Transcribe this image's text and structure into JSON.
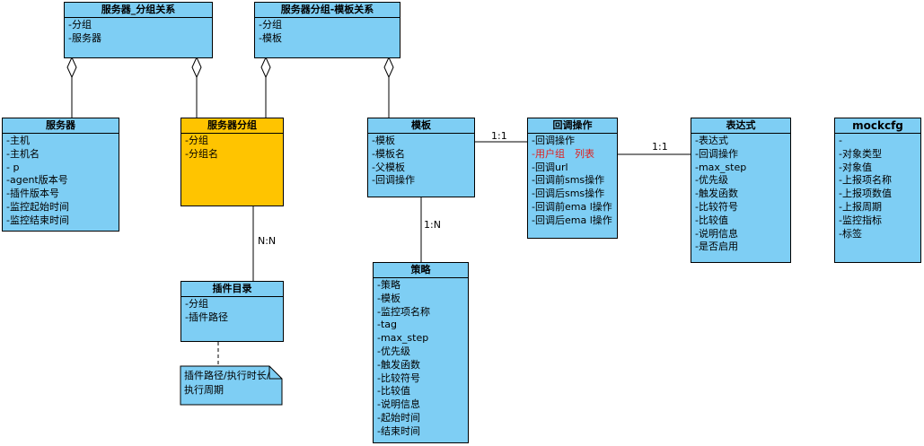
{
  "classes": {
    "server_group_rel": {
      "title": "服务器_分组关系",
      "fields": [
        "-分组",
        "-服务器"
      ]
    },
    "group_template_rel": {
      "title": "服务器分组-模板关系",
      "fields": [
        "-分组",
        "-模板"
      ]
    },
    "server": {
      "title": "服务器",
      "fields": [
        "-主机",
        "-主机名",
        "- p",
        "-agent版本号",
        "-插件版本号",
        "-监控起始时间",
        "-监控结束时间"
      ]
    },
    "server_group": {
      "title": "服务器分组",
      "fields": [
        "-分组",
        "-分组名"
      ]
    },
    "template": {
      "title": "模板",
      "fields": [
        "-模板",
        "-模板名",
        "-父模板",
        "-回调操作"
      ]
    },
    "callback": {
      "title": "回调操作",
      "fields": [
        "-回调操作",
        "-用户组　列表",
        "-回调url",
        "-回调前sms操作",
        "-回调后sms操作",
        "-回调前ema l操作",
        "-回调后ema l操作"
      ]
    },
    "expression": {
      "title": "表达式",
      "fields": [
        "-表达式",
        "-回调操作",
        "-max_step",
        "-优先级",
        "-触发函数",
        "-比较符号",
        "-比较值",
        "-说明信息",
        "-是否启用"
      ]
    },
    "mockcfg": {
      "title": "mockcfg",
      "fields": [
        "-",
        "-对象类型",
        "-对象值",
        "-上报项名称",
        "-上报项数值",
        "-上报周期",
        "-监控指标",
        "-标签"
      ]
    },
    "plugin_dir": {
      "title": "插件目录",
      "fields": [
        "-分组",
        "-插件路径"
      ]
    },
    "strategy": {
      "title": "策略",
      "fields": [
        "-策略",
        "-模板",
        "-监控项名称",
        "-tag",
        "-max_step",
        "-优先级",
        "-触发函数",
        "-比较符号",
        "-比较值",
        "-说明信息",
        "-起始时间",
        "-结束时间"
      ]
    }
  },
  "labels": {
    "template_callback": "1:1",
    "callback_expression": "1:1",
    "group_plugin": "N:N",
    "template_strategy": "1:N"
  },
  "note": "插件路径/执行时长/执行周期",
  "colors": {
    "class_fill": "#7ecef4",
    "highlight_fill": "#ffc400",
    "red_text": "#e02020"
  }
}
